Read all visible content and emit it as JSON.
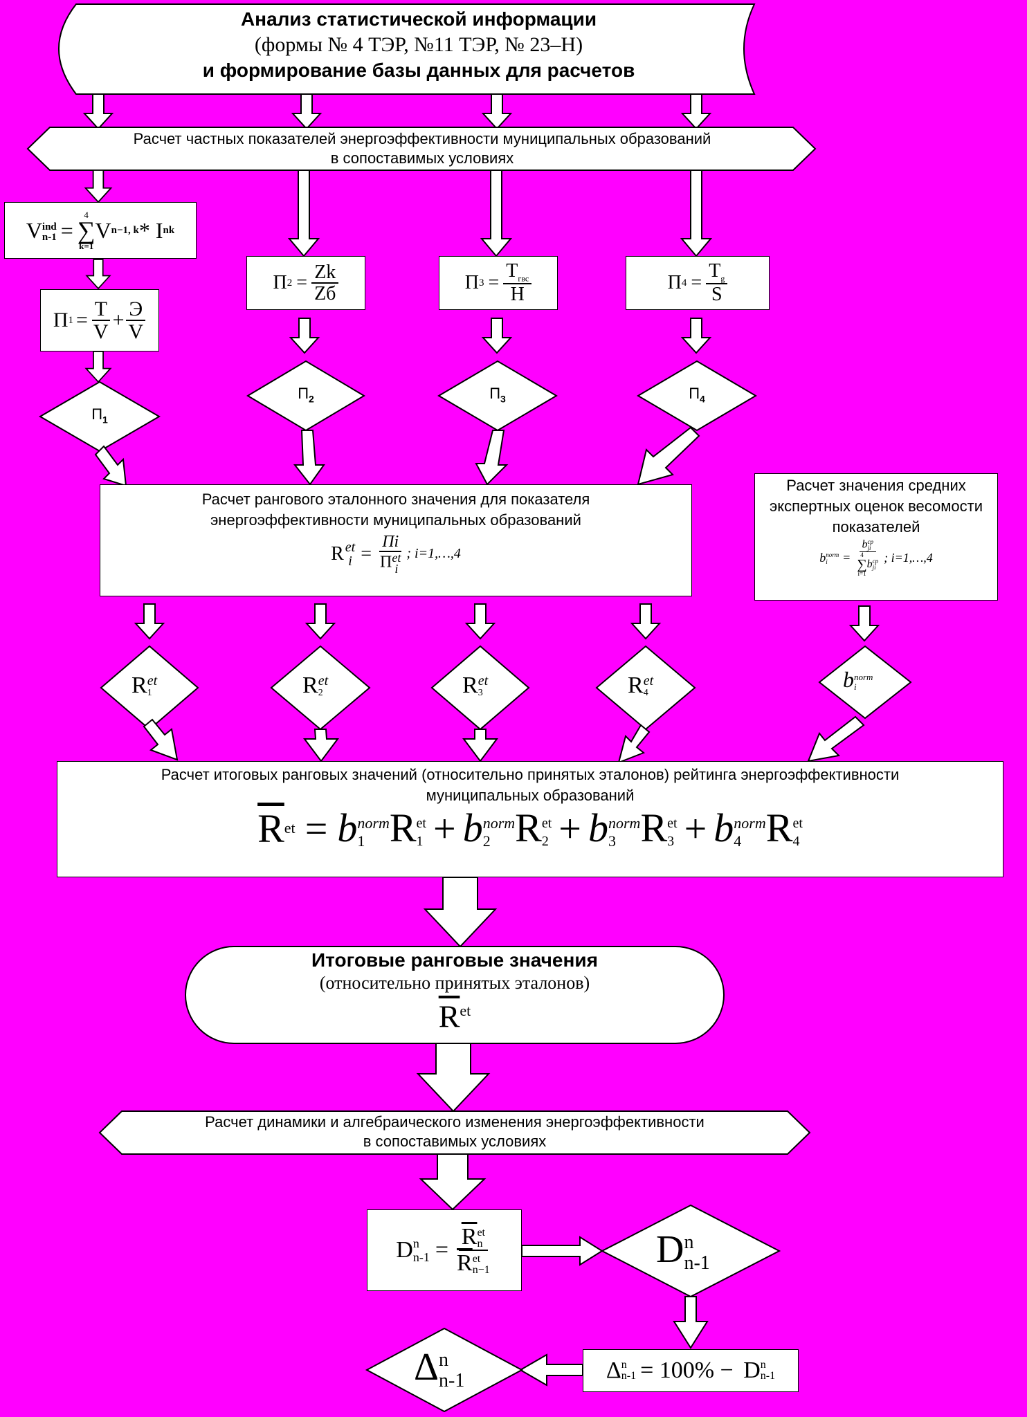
{
  "header": {
    "line1": "Анализ статистической информации",
    "line2": "(формы № 4 ТЭР, №11 ТЭР, № 23–Н)",
    "line3": "и формирование базы данных для расчетов"
  },
  "partial_indicators": {
    "line1": "Расчет частных показателей энергоэффективности муниципальных образований",
    "line2": "в сопоставимых условиях"
  },
  "formulas": {
    "v_formula": {
      "lhs": "V",
      "lhs_sup": "ind",
      "lhs_sub": "n-1",
      "sum_top": "4",
      "sum_bottom": "k=1",
      "term": "V",
      "term_sub": "n−1, k",
      "mult": "* I",
      "mult_sub": "nk"
    },
    "p1": {
      "lhs": "П",
      "lhs_sub": "1",
      "n1": "Т",
      "d1": "V",
      "n2": "Э",
      "d2": "V"
    },
    "p2": {
      "lhs": "П",
      "lhs_sub": "2",
      "num": "Zk",
      "den": "Zб"
    },
    "p3": {
      "lhs": "П",
      "lhs_sub": "3",
      "num": "Т",
      "num_sub": "гвс",
      "den": "Н"
    },
    "p4": {
      "lhs": "П",
      "lhs_sub": "4",
      "num": "Т",
      "num_sub": "g",
      "den": "S"
    }
  },
  "diamonds": {
    "p1": "П",
    "p1_sub": "1",
    "p2": "П",
    "p2_sub": "2",
    "p3": "П",
    "p3_sub": "3",
    "p4": "П",
    "p4_sub": "4"
  },
  "rank_box": {
    "line1": "Расчет рангового эталонного значения для показателя",
    "line2": "энергоэффективности муниципальных образований",
    "f_lhs": "R",
    "f_sup": "et",
    "f_sub": "i",
    "f_num": "Пi",
    "f_den": "П",
    "f_den_sup": "et",
    "f_den_sub": "i",
    "f_range": "; i=1,…,4"
  },
  "weights_box": {
    "line1": "Расчет значения средних",
    "line2": "экспертных оценок весомости",
    "line3": "показателей",
    "f_lhs": "b",
    "f_lhs_sup": "norm",
    "f_lhs_sub": "i",
    "f_num": "b",
    "f_num_sup": "ср",
    "f_num_sub": "ji",
    "f_sum_top": "4",
    "f_sum_bottom": "i=1",
    "f_range": "; i=1,…,4"
  },
  "r_diamonds": [
    {
      "main": "R",
      "sup": "et",
      "sub": "1"
    },
    {
      "main": "R",
      "sup": "et",
      "sub": "2"
    },
    {
      "main": "R",
      "sup": "et",
      "sub": "3"
    },
    {
      "main": "R",
      "sup": "et",
      "sub": "4"
    }
  ],
  "b_diamond": {
    "main": "b",
    "sup": "norm",
    "sub": "i"
  },
  "total_box": {
    "line1": "Расчет итоговых ранговых значений (относительно принятых эталонов)   рейтинга энергоэффективности",
    "line2": "муниципальных образований",
    "formula_lhs": "R",
    "formula_lhs_sup": "et",
    "terms": [
      {
        "b_sub": "1",
        "r_sub": "1"
      },
      {
        "b_sub": "2",
        "r_sub": "2"
      },
      {
        "b_sub": "3",
        "r_sub": "3"
      },
      {
        "b_sub": "4",
        "r_sub": "4"
      }
    ],
    "b": "b",
    "b_sup": "norm",
    "r": "R",
    "r_sup": "et"
  },
  "final_values": {
    "line1": "Итоговые ранговые значения",
    "line2": "(относительно принятых эталонов)",
    "sym": "R",
    "sym_sup": "et"
  },
  "dynamics": {
    "line1": "Расчет динамики и алгебраического изменения энергоэффективности",
    "line2": "в сопоставимых условиях"
  },
  "d_formula": {
    "lhs": "D",
    "lhs_sup": "n",
    "lhs_sub": "n-1",
    "num": "R",
    "num_sup": "et",
    "num_sub": "n",
    "den": "R",
    "den_sup": "et",
    "den_sub": "n−1"
  },
  "d_diamond": {
    "main": "D",
    "sup": "n",
    "sub": "n-1"
  },
  "delta_formula": {
    "lhs": "Δ",
    "lhs_sup": "n",
    "lhs_sub": "n-1",
    "mid": "= 100% − ",
    "rhs": "D",
    "rhs_sup": "n",
    "rhs_sub": "n-1"
  },
  "delta_diamond": {
    "main": "Δ",
    "sup": "n",
    "sub": "n-1"
  }
}
